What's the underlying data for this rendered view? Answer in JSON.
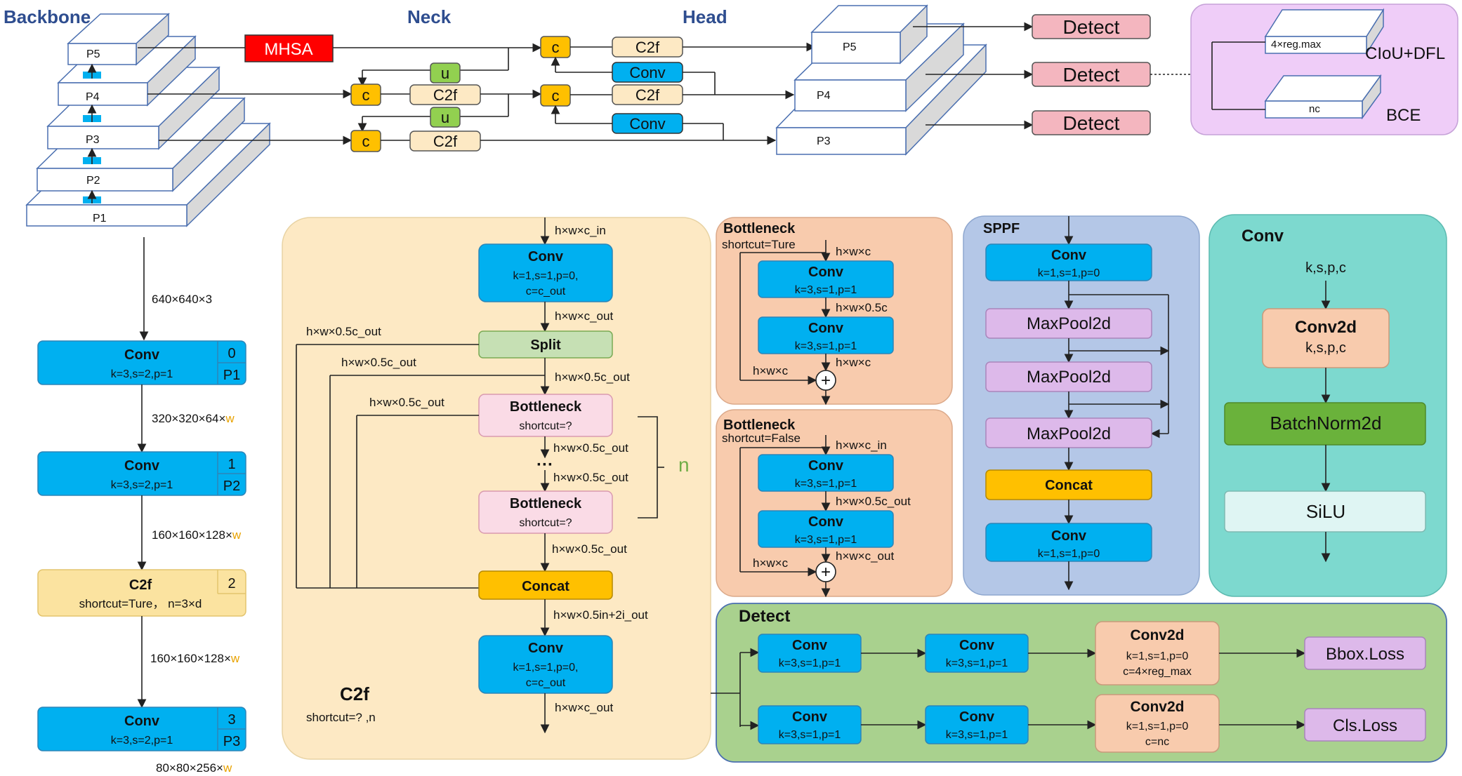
{
  "top": {
    "backbone": "Backbone",
    "neck": "Neck",
    "head": "Head",
    "mhsa": "MHSA",
    "c": "c",
    "u": "u",
    "c2f": "C2f",
    "conv": "Conv",
    "detect": "Detect",
    "p1": "P1",
    "p2": "P2",
    "p3": "P3",
    "p4": "P4",
    "p5": "P5",
    "loss_box_top": "4×reg.max",
    "loss_box_bottom": "nc",
    "loss_top": "CIoU+DFL",
    "loss_bottom": "BCE"
  },
  "left": {
    "dim0": "640×640×3",
    "dim1": "320×320×64×",
    "dim2": "160×160×128×",
    "dim3": "160×160×128×",
    "dim4": "80×80×256×",
    "w": "w",
    "blocks": [
      {
        "name": "Conv",
        "sub": "k=3,s=2,p=1",
        "idx": "0",
        "p": "P1"
      },
      {
        "name": "Conv",
        "sub": "k=3,s=2,p=1",
        "idx": "1",
        "p": "P2"
      },
      {
        "name": "C2f",
        "sub": "shortcut=Ture， n=3×d",
        "idx": "2",
        "p": ""
      },
      {
        "name": "Conv",
        "sub": "k=3,s=2,p=1",
        "idx": "3",
        "p": "P3"
      }
    ]
  },
  "c2f": {
    "title": "C2f",
    "subtitle": "shortcut=? ,n",
    "conv1_name": "Conv",
    "conv1_sub1": "k=1,s=1,p=0,",
    "conv1_sub2": "c=c_out",
    "split": "Split",
    "bottleneck": "Bottleneck",
    "bottleneck_sub": "shortcut=?",
    "dots": "···",
    "n": "n",
    "concat": "Concat",
    "conv2_name": "Conv",
    "conv2_sub1": "k=1,s=1,p=0,",
    "conv2_sub2": "c=c_out",
    "d_in": "h×w×c_in",
    "d_out1": "h×w×c_out",
    "d_half1": "h×w×0.5c_out",
    "d_half2": "h×w×0.5c_out",
    "d_half3": "h×w×0.5c_out",
    "d_half4": "h×w×0.5c_out",
    "d_half5": "h×w×0.5c_out",
    "d_half6": "h×w×0.5c_out",
    "d_half7": "h×w×0.5c_out",
    "d_concat": "h×w×0.5in+2i_out",
    "d_out2": "h×w×c_out"
  },
  "bt": {
    "title": "Bottleneck",
    "shortcut": "shortcut=Ture",
    "conv": "Conv",
    "sub": "k=3,s=1,p=1",
    "d1": "h×w×c",
    "d2": "h×w×0.5c",
    "d3": "h×w×c",
    "d4": "h×w×c",
    "plus": "+"
  },
  "bf": {
    "title": "Bottleneck",
    "shortcut": "shortcut=False",
    "conv": "Conv",
    "sub": "k=3,s=1,p=1",
    "d1": "h×w×c_in",
    "d2": "h×w×0.5c_out",
    "d3": "h×w×c_out",
    "d4": "h×w×c",
    "plus": "+"
  },
  "sppf": {
    "title": "SPPF",
    "conv": "Conv",
    "conv_sub": "k=1,s=1,p=0",
    "maxpool": "MaxPool2d",
    "concat": "Concat"
  },
  "convpanel": {
    "title": "Conv",
    "params": "k,s,p,c",
    "conv2d": "Conv2d",
    "conv2d_sub": "k,s,p,c",
    "bn": "BatchNorm2d",
    "silu": "SiLU"
  },
  "detect": {
    "title": "Detect",
    "conv": "Conv",
    "conv_sub": "k=3,s=1,p=1",
    "conv2d": "Conv2d",
    "conv2d_sub": "k=1,s=1,p=0",
    "c_reg": "c=4×reg_max",
    "c_nc": "c=nc",
    "bbox": "Bbox.Loss",
    "cls": "Cls.Loss"
  },
  "colors": {
    "conv_blue": "#00b0f0",
    "concat_orange": "#ffc000",
    "c2f_beige": "#fde9c4",
    "detect_pink": "#f4b6bf",
    "mhsa_red": "#ff0000",
    "upsample_green": "#92d050",
    "split_green": "#c6e0b4",
    "bottleneck_pink": "#fadbe6",
    "bottleneck_panel": "#f8cbad",
    "sppf_panel": "#b4c7e7",
    "maxpool_lilac": "#ddb9ea",
    "conv_panel": "#7dd9cf",
    "batchnorm_green": "#6ab23b",
    "silu_cyan": "#dff5f3",
    "detect_panel": "#a9d18e",
    "loss_panel": "#efcdf8"
  }
}
